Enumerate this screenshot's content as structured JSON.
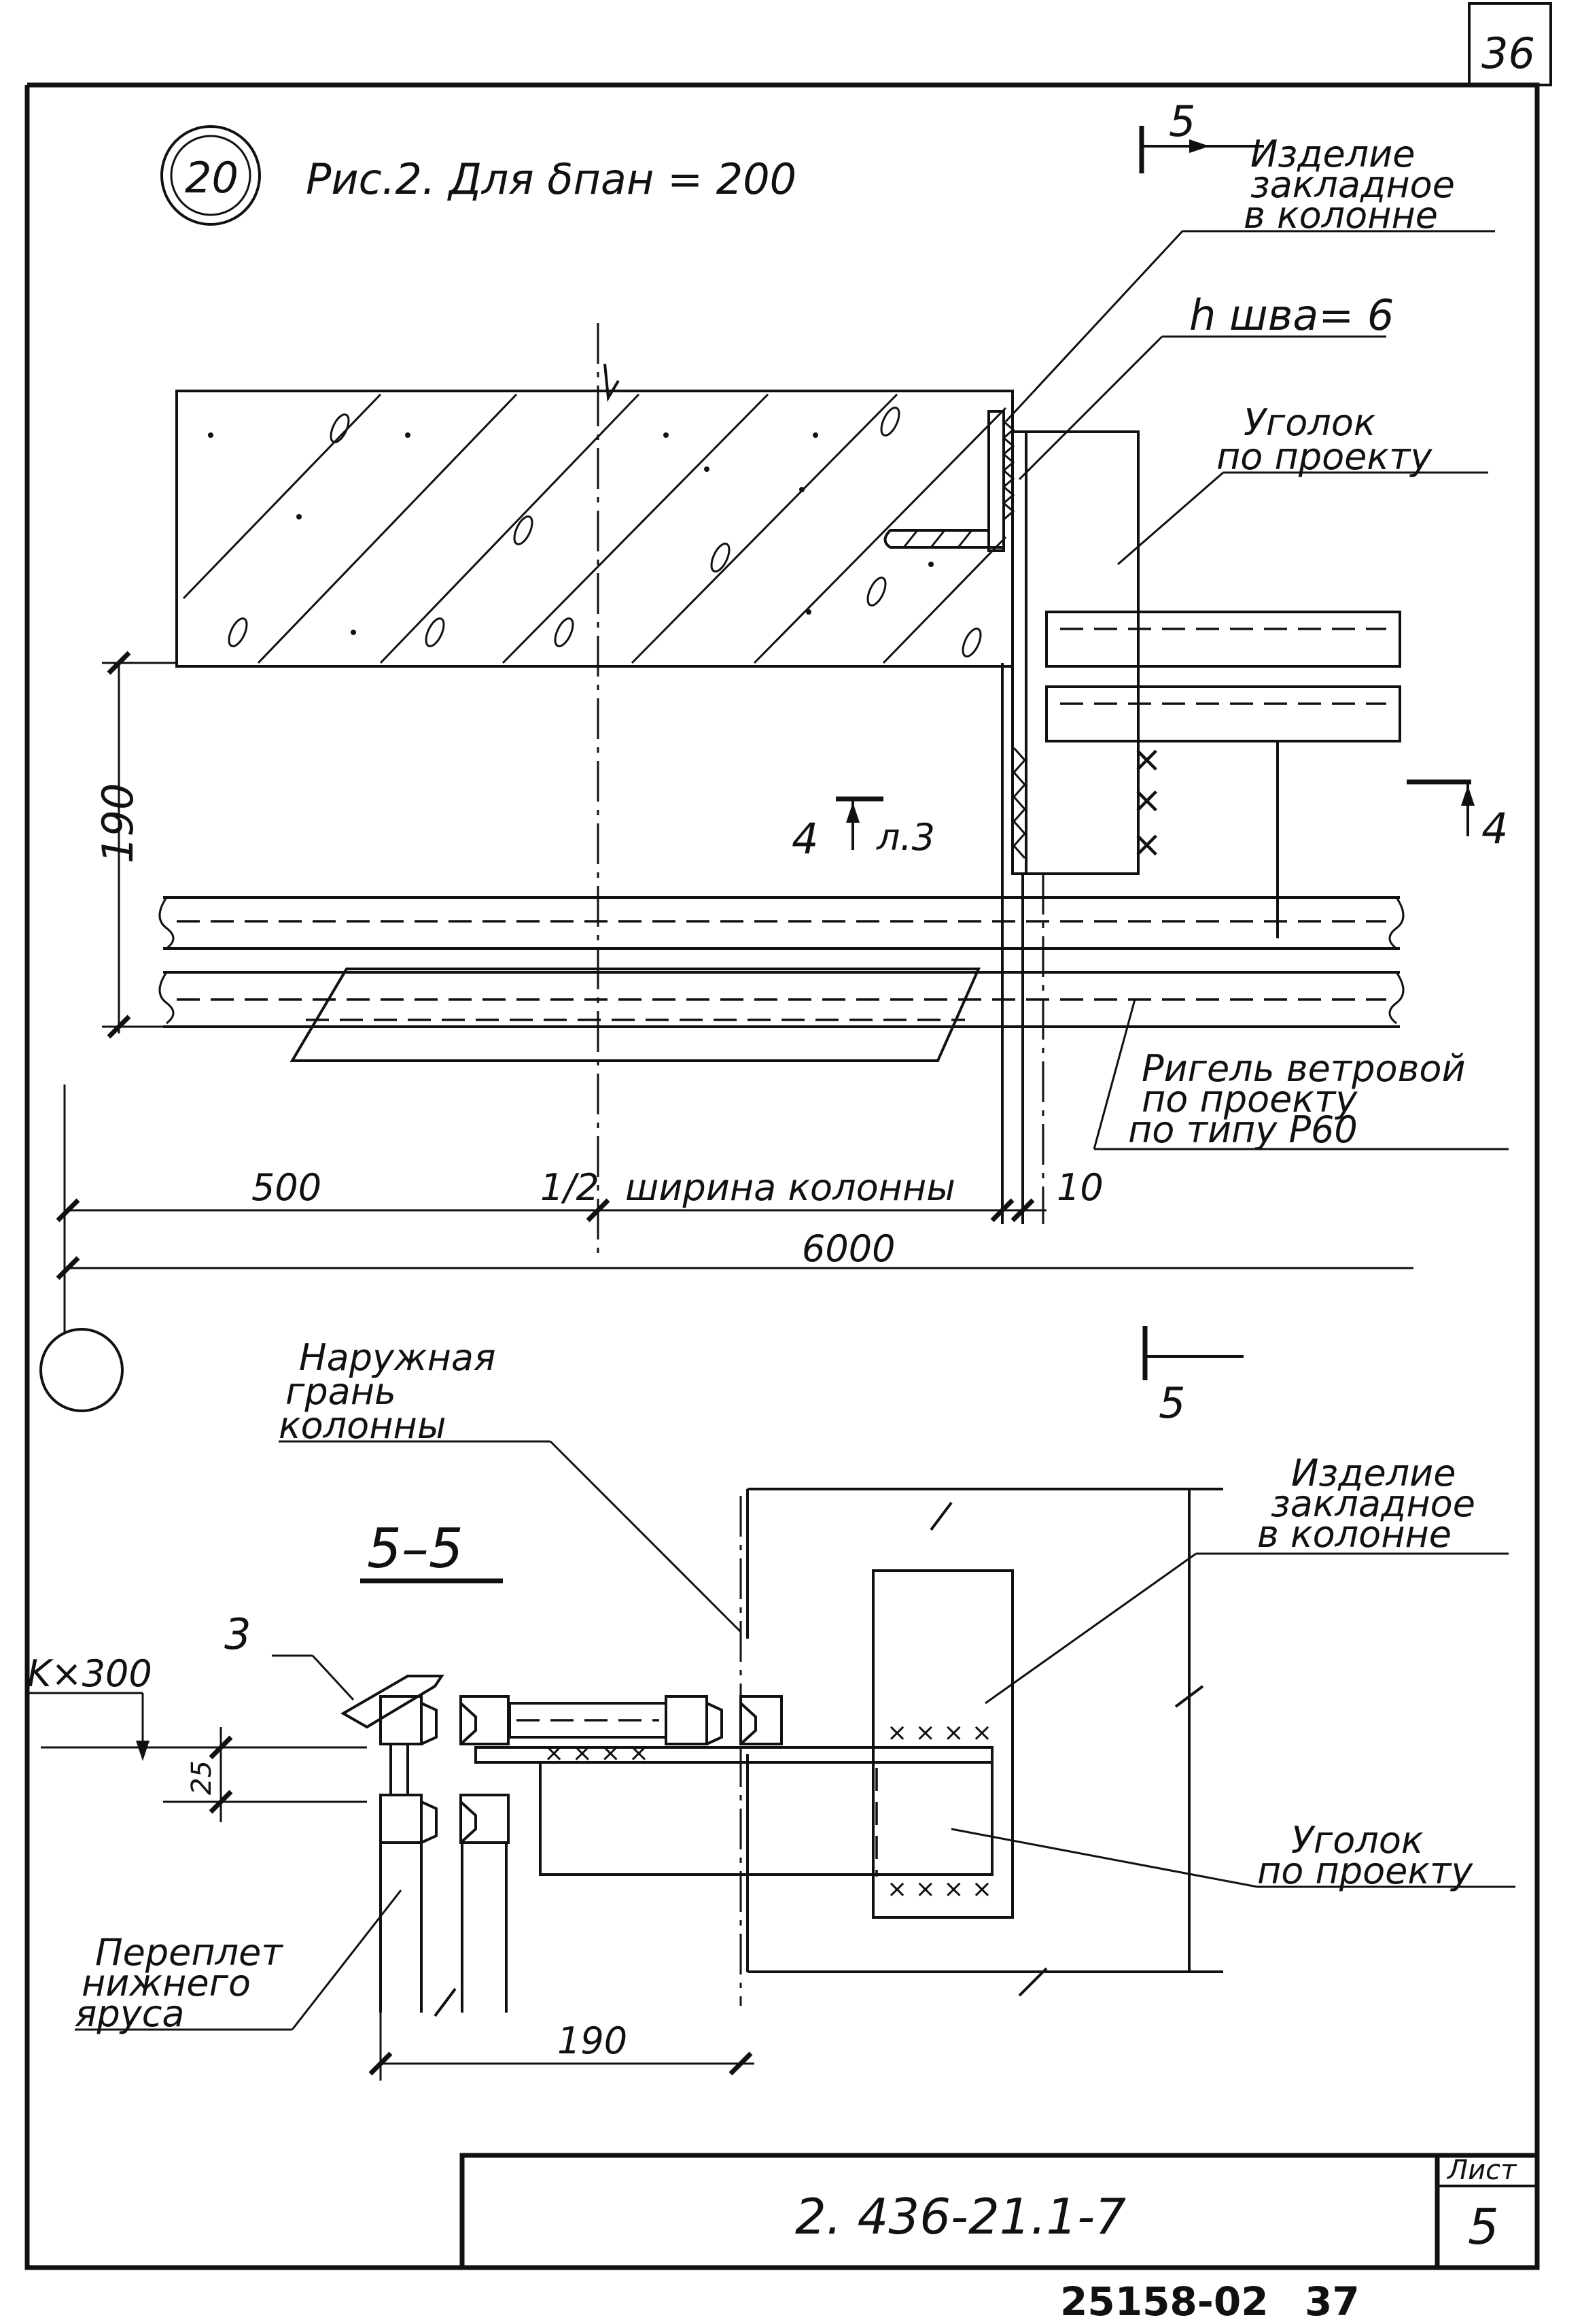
{
  "sheet": {
    "page_number_top": "36",
    "detail_number": "20",
    "title": "Рис.2. Для δпан = 200",
    "section_mark_top": "5",
    "section_mark_bottom": "5",
    "section_mark_right": "4",
    "section_ref_center": "4",
    "section_ref_sheet": "л.3"
  },
  "top_view": {
    "label_embedded_part": [
      "Изделие",
      "закладное",
      "в колонне"
    ],
    "label_weld": "h шва= 6",
    "label_angle": [
      "Уголок",
      "по проекту"
    ],
    "label_wind_girder": [
      "Ригель ветровой",
      "по проекту",
      "по типу Р60"
    ],
    "dim_vertical": "190",
    "dim_500": "500",
    "dim_half": "1/2",
    "dim_column_width": "ширина колонны",
    "dim_10": "10",
    "dim_6000": "6000"
  },
  "section_view": {
    "title": "5–5",
    "label_outer_face": [
      "Наружная",
      "грань",
      "колонны"
    ],
    "label_embedded_part": [
      "Изделие",
      "закладное",
      "в колонне"
    ],
    "label_angle": [
      "Уголок",
      "по проекту"
    ],
    "label_sash": [
      "Переплет",
      "нижнего",
      "яруса"
    ],
    "callout_3": "3",
    "dim_kx300": "K×300",
    "dim_25": "25",
    "dim_190": "190"
  },
  "title_block": {
    "document_code": "2. 436-21.1-7",
    "sheet_label": "Лист",
    "sheet_number": "5"
  },
  "footer": {
    "archive_number": "25158-02",
    "page": "37"
  },
  "colors": {
    "ink": "#111111",
    "paper": "#ffffff"
  }
}
